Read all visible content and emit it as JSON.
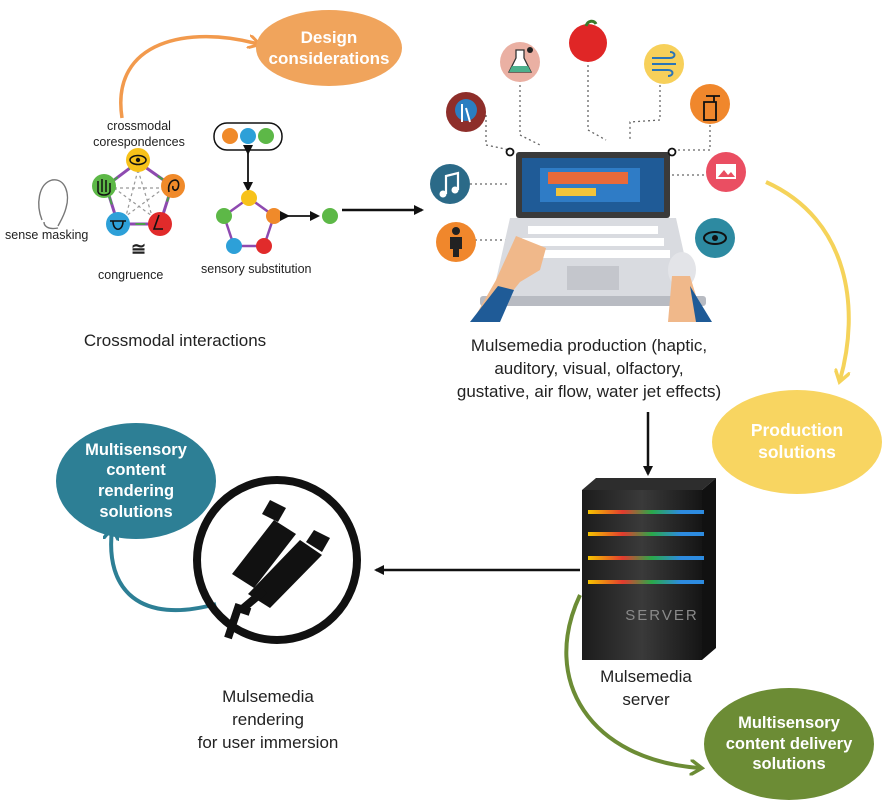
{
  "bubbles": {
    "design": [
      "Design",
      "considerations"
    ],
    "production": [
      "Production",
      "solutions"
    ],
    "rendering": [
      "Multisensory",
      "content",
      "rendering",
      "solutions"
    ],
    "delivery": [
      "Multisensory",
      "content delivery",
      "solutions"
    ]
  },
  "crossmodal": {
    "correspondences": [
      "crossmodal",
      "corespondences"
    ],
    "sense_masking": "sense masking",
    "congruence_symbol": "≅",
    "congruence": "congruence",
    "sensory_substitution": "sensory substitution",
    "caption": "Crossmodal interactions"
  },
  "production": {
    "caption": [
      "Mulsemedia production (haptic,",
      "auditory, visual, olfactory,",
      "gustative, air flow, water jet effects)"
    ]
  },
  "server": {
    "label": "SERVER",
    "caption": [
      "Mulsemedia",
      "server"
    ]
  },
  "rendering": {
    "caption": [
      "Mulsemedia",
      "rendering",
      "for user immersion"
    ]
  },
  "colors": {
    "design": "#f0a45c",
    "production": "#f8d561",
    "rendering": "#2d7f95",
    "delivery": "#6c8c35",
    "arrow_design": "#f29a4d",
    "arrow_production": "#f5d35a",
    "arrow_rendering": "#2d7f95",
    "arrow_delivery": "#6c8c35"
  },
  "icons": [
    "eye-icon",
    "ear-icon",
    "nose-icon",
    "tongue-icon",
    "hand-icon",
    "touch-icon",
    "potion-icon",
    "apple-icon",
    "wind-icon",
    "spray-icon",
    "music-icon",
    "image-icon",
    "person-icon",
    "vision-icon",
    "laptop-icon",
    "server-icon",
    "vr-headset-icon"
  ]
}
